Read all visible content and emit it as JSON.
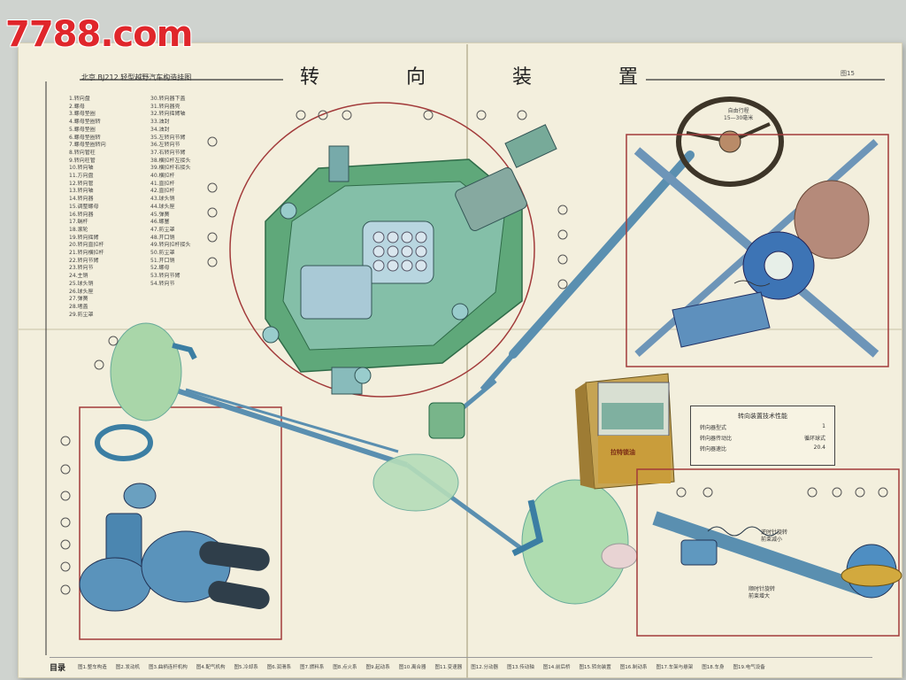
{
  "watermark": {
    "text": "7788.com"
  },
  "poster": {
    "subtitle": "北京 BJ212 轻型越野汽车构造挂图",
    "title_chars": [
      "转",
      "向",
      "装",
      "置"
    ],
    "page_number": "图15",
    "steering_free_play": "自由行程\n15—30毫米",
    "contents_label": "目录",
    "rotate_ccw": "逆时针旋转\n前束减小",
    "rotate_cw": "顺时针旋转\n前束增大"
  },
  "legend": {
    "col1": [
      "1.转向盘",
      "2.螺母",
      "3.螺母垫圈",
      "4.螺母垫圈转",
      "5.螺母垫圈",
      "6.螺母垫圈转",
      "7.螺母垫圈转向",
      "8.转向管柱",
      "9.转向柱管",
      "10.转向轴",
      "11.方向盘",
      "12.转向管",
      "13.转向轴",
      "14.转向器",
      "15.调整螺母",
      "16.转向器",
      "17.蜗杆",
      "18.滚轮",
      "19.转向摇臂",
      "20.转向直拉杆",
      "21.转向横拉杆",
      "22.转向节臂",
      "23.转向节",
      "24.主销",
      "25.球头销",
      "26.球头座",
      "27.弹簧",
      "28.堵盖",
      "29.防尘罩"
    ],
    "col2": [
      "30.转向器下盖",
      "31.转向器壳",
      "32.转向摇臂轴",
      "33.油封",
      "34.油封",
      "35.左转向节臂",
      "36.左转向节",
      "37.右转向节臂",
      "38.横拉杆左接头",
      "39.横拉杆右接头",
      "40.横拉杆",
      "41.直拉杆",
      "42.直拉杆",
      "43.球头销",
      "44.球头座",
      "45.弹簧",
      "46.螺塞",
      "47.防尘罩",
      "48.开口销",
      "49.转向拉杆接头",
      "50.防尘罩",
      "51.开口销",
      "52.螺母",
      "53.转向节臂",
      "54.转向节"
    ]
  },
  "product_box": {
    "text": "拉特锁油"
  },
  "spec_table": {
    "title": "转向装置技术性能",
    "rows": [
      {
        "label": "转向器型式",
        "value": "1"
      },
      {
        "label": "转向器传动比",
        "value": "循环球式"
      },
      {
        "label": "转向器速比",
        "value": "20.4"
      }
    ]
  },
  "contents_items": [
    "图1.整车构造",
    "图2.发动机",
    "图3.曲柄连杆机构",
    "图4.配气机构",
    "图5.冷却系",
    "图6.润滑系",
    "图7.燃料系",
    "图8.点火系",
    "图9.起动系",
    "图10.离合器",
    "图11.变速器",
    "图12.分动器",
    "图13.传动轴",
    "图14.前后桥",
    "图15.转向装置",
    "图16.制动系",
    "图17.车架与悬架",
    "图18.车身",
    "图19.电气设备"
  ]
}
